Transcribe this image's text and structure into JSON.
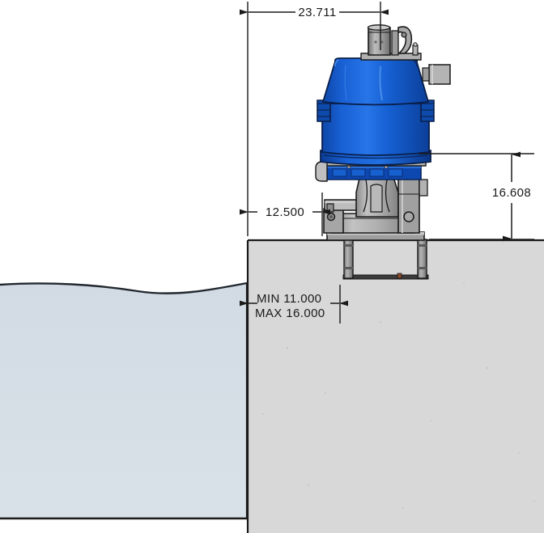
{
  "drawing": {
    "title": "Machine Installation Elevation View",
    "view_type": "section-elevation",
    "units_implied": "inches"
  },
  "dimensions": {
    "top_horizontal": {
      "label": "23.711",
      "name": "overall-width-dimension"
    },
    "right_vertical": {
      "label": "16.608",
      "name": "housing-height-dimension"
    },
    "mid_horizontal": {
      "label": "12.500",
      "name": "offset-dimension"
    },
    "min_max": {
      "line1": "MIN 11.000",
      "line2": "MAX 16.000",
      "name": "clearance-range-dimension"
    }
  },
  "regions": {
    "water": {
      "name": "water-body",
      "fill": "#d6dee6",
      "edge": "#1a1a1a"
    },
    "ground": {
      "name": "ground-fill",
      "fill": "#d8d8d8",
      "edge": "#1a1a1a"
    },
    "sky": {
      "name": "air-background",
      "fill": "#ffffff"
    }
  },
  "equipment": {
    "housing": {
      "name": "blue-actuator-housing",
      "fill": "#1157c4",
      "highlight": "#2f76e0",
      "shade": "#0d3f93",
      "edge": "#0a1f4a"
    },
    "terminal_strip": {
      "name": "blue-terminal-strip",
      "fill": "#0d47b0"
    },
    "body": {
      "name": "gray-gearbox-body",
      "fill": "#a8a8a8",
      "light": "#c6c6c6",
      "dark": "#7a7a7a",
      "edge": "#1a1a1a"
    },
    "anchors": {
      "name": "anchor-bolt-assembly",
      "fill": "#9a9a9a",
      "edge": "#1a1a1a",
      "count": 2
    }
  },
  "style": {
    "line_color": "#1a1a1a",
    "dim_text_color": "#1a1a1a"
  }
}
